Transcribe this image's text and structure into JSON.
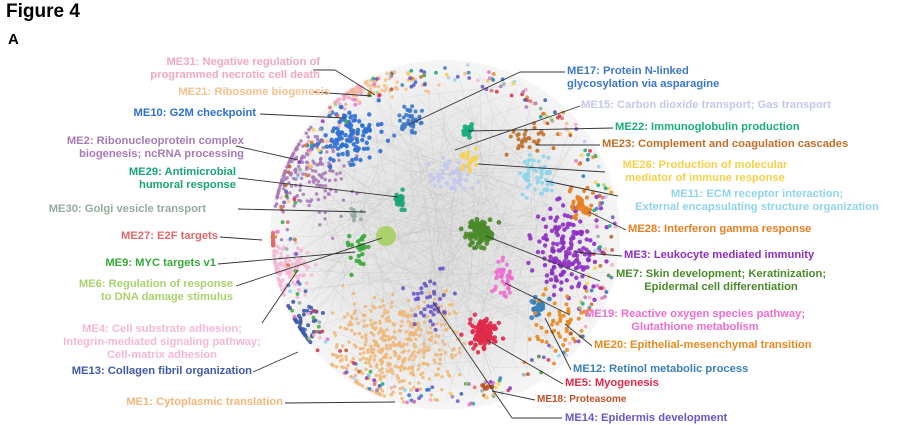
{
  "figure": {
    "title": "Figure 4",
    "panel": "A"
  },
  "modules": [
    {
      "id": "ME31",
      "label": "ME31: Negative regulation of programmed necrotic cell death",
      "color": "#f2a7c3"
    },
    {
      "id": "ME21",
      "label": "ME21: Ribosome biogenesis",
      "color": "#f5c28f"
    },
    {
      "id": "ME10",
      "label": "ME10: G2M checkpoint",
      "color": "#2e6fd0"
    },
    {
      "id": "ME2",
      "label": "ME2: Ribonucleoprotein complex biogenesis; ncRNA processing",
      "color": "#a87bb8"
    },
    {
      "id": "ME29",
      "label": "ME29: Antimicrobial humoral response",
      "color": "#1aa37a"
    },
    {
      "id": "ME30",
      "label": "ME30: Golgi vesicle transport",
      "color": "#93ad9d"
    },
    {
      "id": "ME27",
      "label": "ME27: E2F targets",
      "color": "#e06a6a"
    },
    {
      "id": "ME9",
      "label": "ME9: MYC targets v1",
      "color": "#39a83a"
    },
    {
      "id": "ME6",
      "label": "ME6: Regulation of response to DNA damage stimulus",
      "color": "#a9d26f"
    },
    {
      "id": "ME4",
      "label": "ME4: Cell substrate adhesion; Integrin-mediated signaling pathway; Cell-matrix adhesion",
      "color": "#f4b8d6"
    },
    {
      "id": "ME13",
      "label": "ME13: Collagen fibril organization",
      "color": "#3e5aa8"
    },
    {
      "id": "ME1",
      "label": "ME1: Cytoplasmic translation",
      "color": "#f0b87a"
    },
    {
      "id": "ME17",
      "label": "ME17: Protein N-linked glycosylation via asparagine",
      "color": "#3c78c8"
    },
    {
      "id": "ME15",
      "label": "ME15: Carbon dioxide transport; Gas transport",
      "color": "#c3c8ec"
    },
    {
      "id": "ME22",
      "label": "ME22: Immunoglobulin production",
      "color": "#19ad80"
    },
    {
      "id": "ME23",
      "label": "ME23: Complement and coagulation cascades",
      "color": "#c06f28"
    },
    {
      "id": "ME26",
      "label": "ME26: Production of molecular mediator of immune response",
      "color": "#f5d24a"
    },
    {
      "id": "ME11",
      "label": "ME11: ECM receptor interaction; External encapsulating structure organization",
      "color": "#8fd4ec"
    },
    {
      "id": "ME28",
      "label": "ME28: Interferon gamma response",
      "color": "#e67e22"
    },
    {
      "id": "ME3",
      "label": "ME3: Leukocyte mediated immunity",
      "color": "#8e2fc4"
    },
    {
      "id": "ME7",
      "label": "ME7: Skin development; Keratinization; Epidermal cell differentiation",
      "color": "#4b8a2a"
    },
    {
      "id": "ME19",
      "label": "ME19: Reactive oxygen species pathway; Glutathione metabolism",
      "color": "#ec6fcf"
    },
    {
      "id": "ME20",
      "label": "ME20: Epithelial-mesenchymal transition",
      "color": "#e98a1f"
    },
    {
      "id": "ME12",
      "label": "ME12: Retinol metabolic process",
      "color": "#3a80b8"
    },
    {
      "id": "ME5",
      "label": "ME5: Myogenesis",
      "color": "#e02a4a"
    },
    {
      "id": "ME18",
      "label": "ME18: Proteasome",
      "color": "#c0522a"
    },
    {
      "id": "ME14",
      "label": "ME14: Epidermis development",
      "color": "#6a56c8"
    }
  ],
  "labels": {
    "ME31": {
      "l1": "ME31: Negative regulation of",
      "l2": "programmed necrotic cell death"
    },
    "ME21": {
      "l1": "ME21: Ribosome biogenesis"
    },
    "ME10": {
      "l1": "ME10: G2M checkpoint"
    },
    "ME2": {
      "l1": "ME2: Ribonucleoprotein complex",
      "l2": "biogenesis; ncRNA processing"
    },
    "ME29": {
      "l1": "ME29: Antimicrobial",
      "l2": "humoral response"
    },
    "ME30": {
      "l1": "ME30: Golgi vesicle transport"
    },
    "ME27": {
      "l1": "ME27: E2F targets"
    },
    "ME9": {
      "l1": "ME9: MYC targets v1"
    },
    "ME6": {
      "l1": "ME6: Regulation of response",
      "l2": "to DNA damage stimulus"
    },
    "ME4": {
      "l1": "ME4: Cell substrate adhesion;",
      "l2": "Integrin-mediated signaling pathway;",
      "l3": "Cell-matrix adhesion"
    },
    "ME13": {
      "l1": "ME13: Collagen fibril organization"
    },
    "ME1": {
      "l1": "ME1: Cytoplasmic translation"
    },
    "ME17": {
      "l1": "ME17: Protein N-linked",
      "l2": "glycosylation via asparagine"
    },
    "ME15": {
      "l1": "ME15: Carbon dioxide transport; Gas transport"
    },
    "ME22": {
      "l1": "ME22: Immunoglobulin production"
    },
    "ME23": {
      "l1": "ME23: Complement and coagulation cascades"
    },
    "ME26": {
      "l1": "ME26: Production of molecular",
      "l2": "mediator of immune response"
    },
    "ME11": {
      "l1": "ME11: ECM receptor interaction;",
      "l2": "External encapsulating structure organization"
    },
    "ME28": {
      "l1": "ME28: Interferon gamma response"
    },
    "ME3": {
      "l1": "ME3: Leukocyte mediated immunity"
    },
    "ME7": {
      "l1": "ME7: Skin development; Keratinization;",
      "l2": "Epidermal cell differentiation"
    },
    "ME19": {
      "l1": "ME19: Reactive oxygen species pathway;",
      "l2": "Glutathione metabolism"
    },
    "ME20": {
      "l1": "ME20: Epithelial-mesenchymal transition"
    },
    "ME12": {
      "l1": "ME12: Retinol metabolic process"
    },
    "ME5": {
      "l1": "ME5: Myogenesis"
    },
    "ME18": {
      "l1": "ME18: Proteasome"
    },
    "ME14": {
      "l1": "ME14: Epidermis development"
    }
  }
}
